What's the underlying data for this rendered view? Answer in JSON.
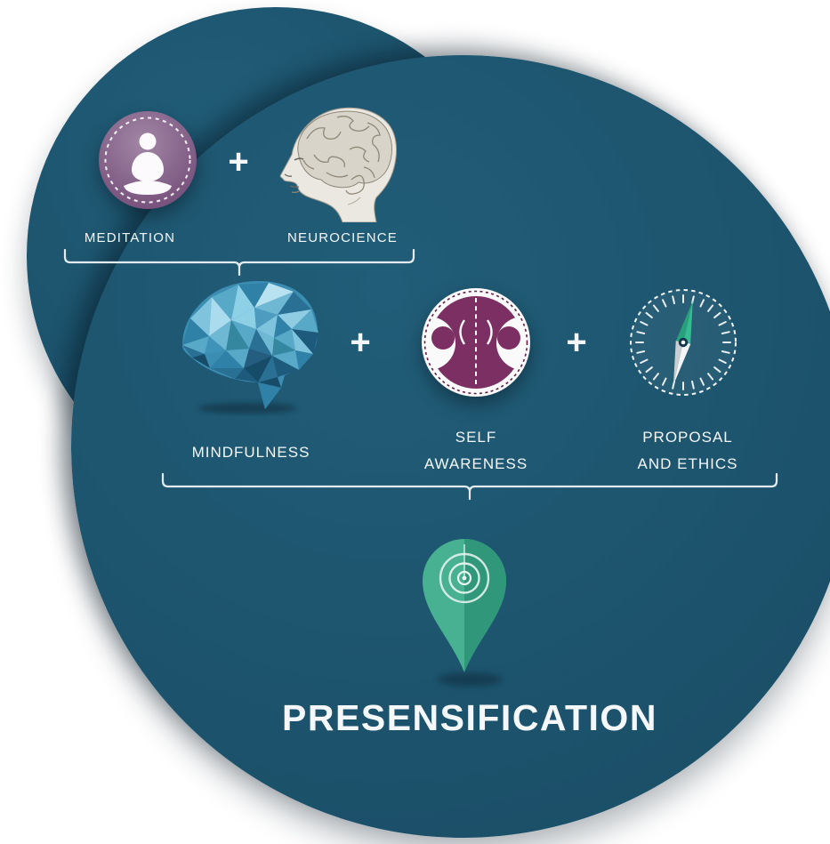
{
  "title": "PRESENSIFICATION",
  "operators": {
    "plus": "+"
  },
  "row1": {
    "items": [
      {
        "label": "MEDITATION",
        "icon": "meditation-icon"
      },
      {
        "label": "NEUROCIENCE",
        "icon": "neuroscience-head-icon"
      }
    ]
  },
  "row2": {
    "items": [
      {
        "line1": "MINDFULNESS",
        "icon": "mindfulness-brain-icon"
      },
      {
        "line1": "SELF",
        "line2": "AWARENESS",
        "icon": "self-awareness-icon"
      },
      {
        "line1": "PROPOSAL",
        "line2": "AND ETHICS",
        "icon": "compass-icon"
      }
    ]
  },
  "colors": {
    "page-bg": "#ffffff",
    "circle-fill": "#215d78",
    "circle-fill-deep": "#1b4f68",
    "text": "#f4f8fa",
    "meditation-purple": "#85608c",
    "awareness-purple": "#7b2f62",
    "pin-green": "#47b191",
    "pin-green-dark": "#31977b",
    "needle-green": "#2fb08a"
  }
}
